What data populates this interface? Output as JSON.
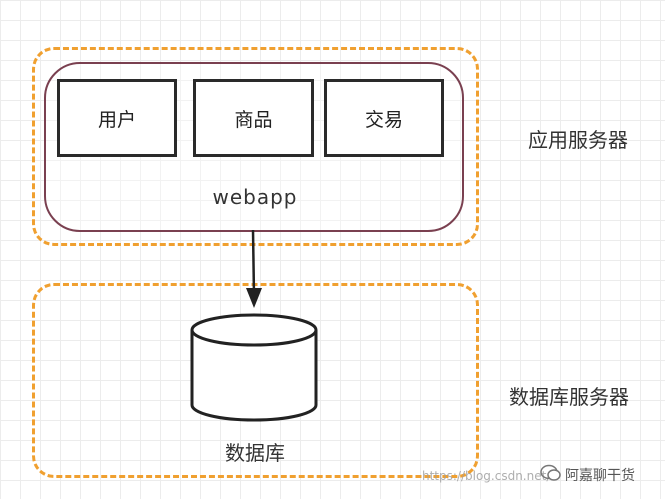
{
  "app_server": {
    "label": "应用服务器",
    "modules": [
      {
        "label": "用户"
      },
      {
        "label": "商品"
      },
      {
        "label": "交易"
      }
    ],
    "container_label": "webapp"
  },
  "db_server": {
    "label": "数据库服务器",
    "database_label": "数据库"
  },
  "watermark": {
    "url": "https://blog.csdn.net/",
    "brand": "阿嘉聊干货"
  },
  "colors": {
    "dashed_border": "#f0a030",
    "container_border": "#7a4050",
    "module_border": "#2a2a2a"
  }
}
